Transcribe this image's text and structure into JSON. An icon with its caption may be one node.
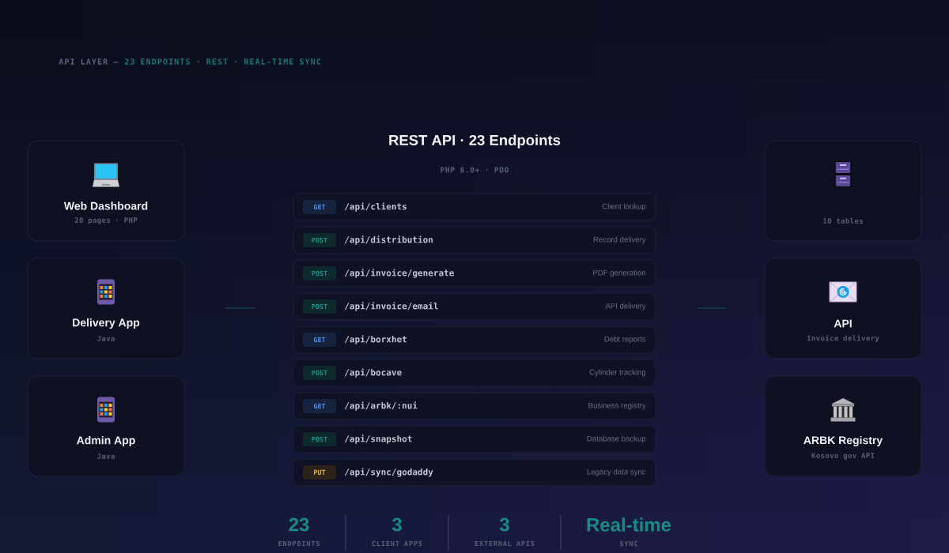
{
  "diagram": {
    "title": "REST API · 23 Endpoints",
    "nodes": [
      {
        "text": [
          "Web Dashboard",
          "20 pages · PHP"
        ]
      },
      {
        "text": [
          "Delivery App",
          "Java"
        ]
      },
      {
        "text": [
          "Admin App",
          "Java"
        ]
      },
      {
        "text": [
          "/api/clients",
          "Client lookup"
        ]
      },
      {
        "text": [
          "GET"
        ],
        "in": 3
      },
      {
        "text": [
          "/api/distribution",
          "Record delivery"
        ]
      },
      {
        "text": [
          "POST"
        ],
        "in": 5
      },
      {
        "text": [
          "/api/invoice/generate",
          "PDF generation"
        ]
      },
      {
        "text": [
          "POST"
        ],
        "in": 7
      },
      {
        "text": [
          "/api/invoice/email",
          "API delivery"
        ]
      },
      {
        "text": [
          "POST"
        ],
        "in": 9
      },
      {
        "text": [
          "/api/borxhet",
          "Debt reports"
        ]
      },
      {
        "text": [
          "GET"
        ],
        "in": 11
      },
      {
        "text": [
          "/api/bocave",
          "Cylinder tracking"
        ]
      },
      {
        "text": [
          "POST"
        ],
        "in": 13
      },
      {
        "text": [
          "/api/arbk/:nui",
          "Business registry"
        ]
      },
      {
        "text": [
          "GET"
        ],
        "in": 15
      },
      {
        "text": [
          "/api/snapshot",
          "Database backup"
        ]
      },
      {
        "text": [
          "POST"
        ],
        "in": 17
      },
      {
        "text": [
          "/api/sync/godaddy",
          "Legacy data sync"
        ]
      },
      {
        "text": [
          "PUT"
        ],
        "in": 19
      },
      {
        "text": [
          "10 tables"
        ]
      },
      {
        "text": [
          "API",
          "Invoice delivery"
        ]
      },
      {
        "text": [
          "ARBK Registry",
          "Kosovo gov API"
        ]
      }
    ],
    "labels": [
      "API LAYER —",
      "23 ENDPOINTS · REST · REAL-TIME SYNC",
      "PHP 8.0+ · PDO",
      "23",
      "ENDPOINTS",
      "3",
      "CLIENT APPS",
      "3",
      "EXTERNAL APIS",
      "Real-time",
      "SYNC"
    ]
  }
}
